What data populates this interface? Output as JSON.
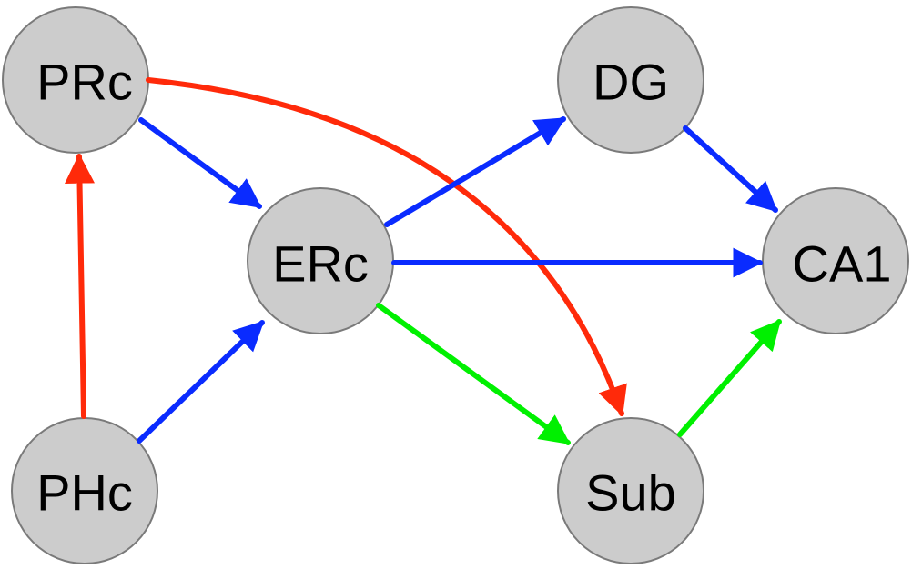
{
  "diagram": {
    "nodes": {
      "prc": "PRc",
      "dg": "DG",
      "erc": "ERc",
      "ca1": "CA1",
      "phc": "PHc",
      "sub": "Sub"
    },
    "edges": [
      {
        "from": "PRc",
        "to": "ERc",
        "color": "#0a2bff"
      },
      {
        "from": "PRc",
        "to": "Sub",
        "color": "#ff2a0a"
      },
      {
        "from": "PHc",
        "to": "PRc",
        "color": "#ff2a0a"
      },
      {
        "from": "PHc",
        "to": "ERc",
        "color": "#0a2bff"
      },
      {
        "from": "ERc",
        "to": "DG",
        "color": "#0a2bff"
      },
      {
        "from": "ERc",
        "to": "CA1",
        "color": "#0a2bff"
      },
      {
        "from": "ERc",
        "to": "Sub",
        "color": "#00f000"
      },
      {
        "from": "DG",
        "to": "CA1",
        "color": "#0a2bff"
      },
      {
        "from": "Sub",
        "to": "CA1",
        "color": "#00f000"
      }
    ]
  }
}
